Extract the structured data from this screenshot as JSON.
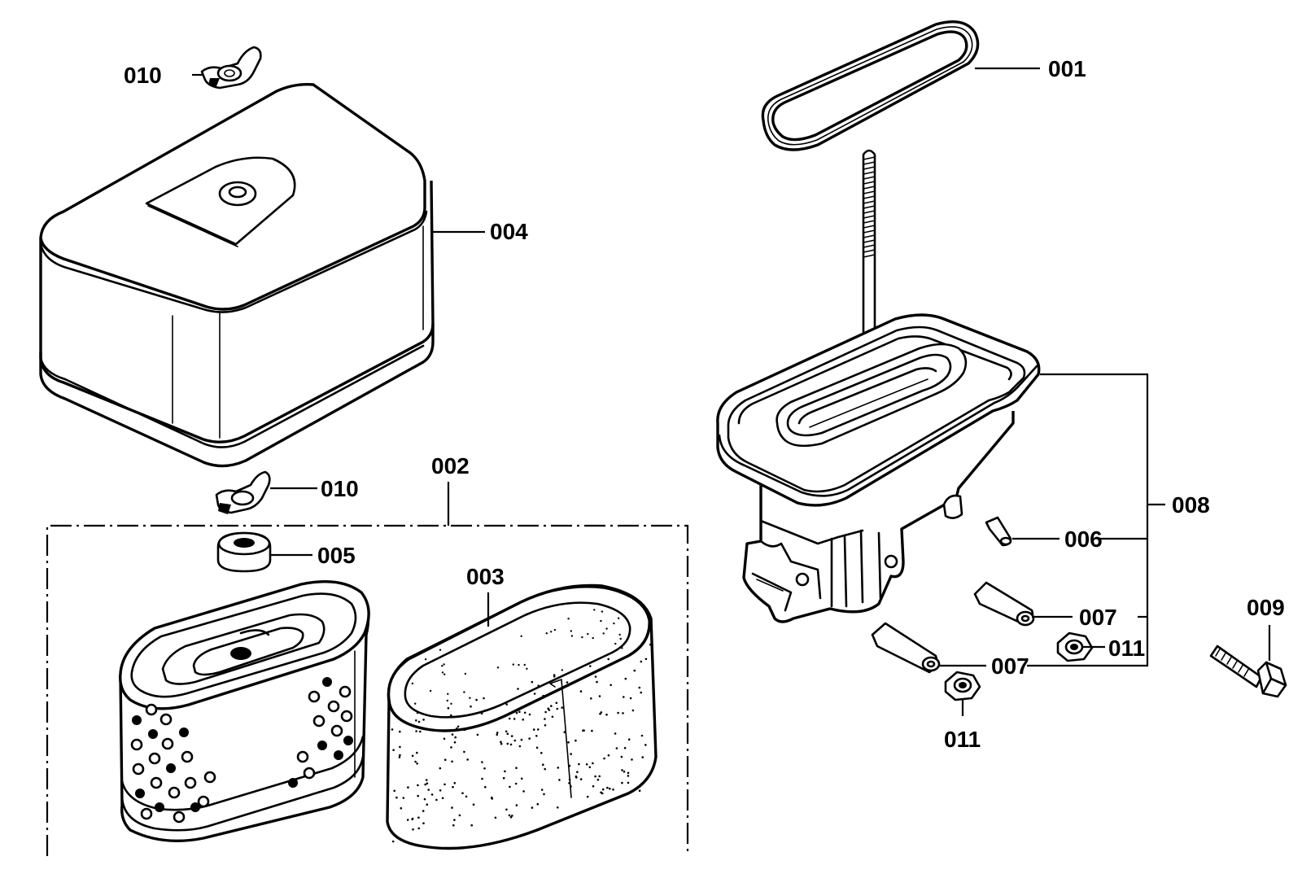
{
  "labels": {
    "p001": "001",
    "p002": "002",
    "p003": "003",
    "p004": "004",
    "p005": "005",
    "p006": "006",
    "p007a": "007",
    "p007b": "007",
    "p008": "008",
    "p009": "009",
    "p010a": "010",
    "p010b": "010",
    "p011a": "011",
    "p011b": "011"
  }
}
